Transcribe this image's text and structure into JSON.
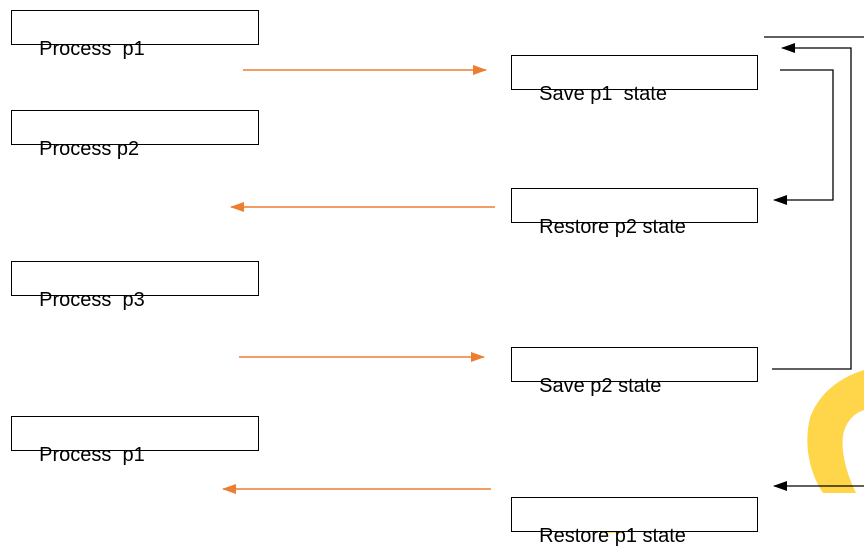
{
  "process_boxes": [
    {
      "label": "Process  p1"
    },
    {
      "label": "Process p2"
    },
    {
      "label": "Process  p3"
    },
    {
      "label": "Process  p1"
    }
  ],
  "state_boxes": [
    {
      "label": "Save p1  state"
    },
    {
      "label": "Restore p2 state"
    },
    {
      "label": "Save p2 state"
    },
    {
      "label": "Restore p1 state"
    }
  ],
  "colors": {
    "arrow": "#ed7d31",
    "line": "#000000",
    "watermark": "#ffd54a"
  }
}
